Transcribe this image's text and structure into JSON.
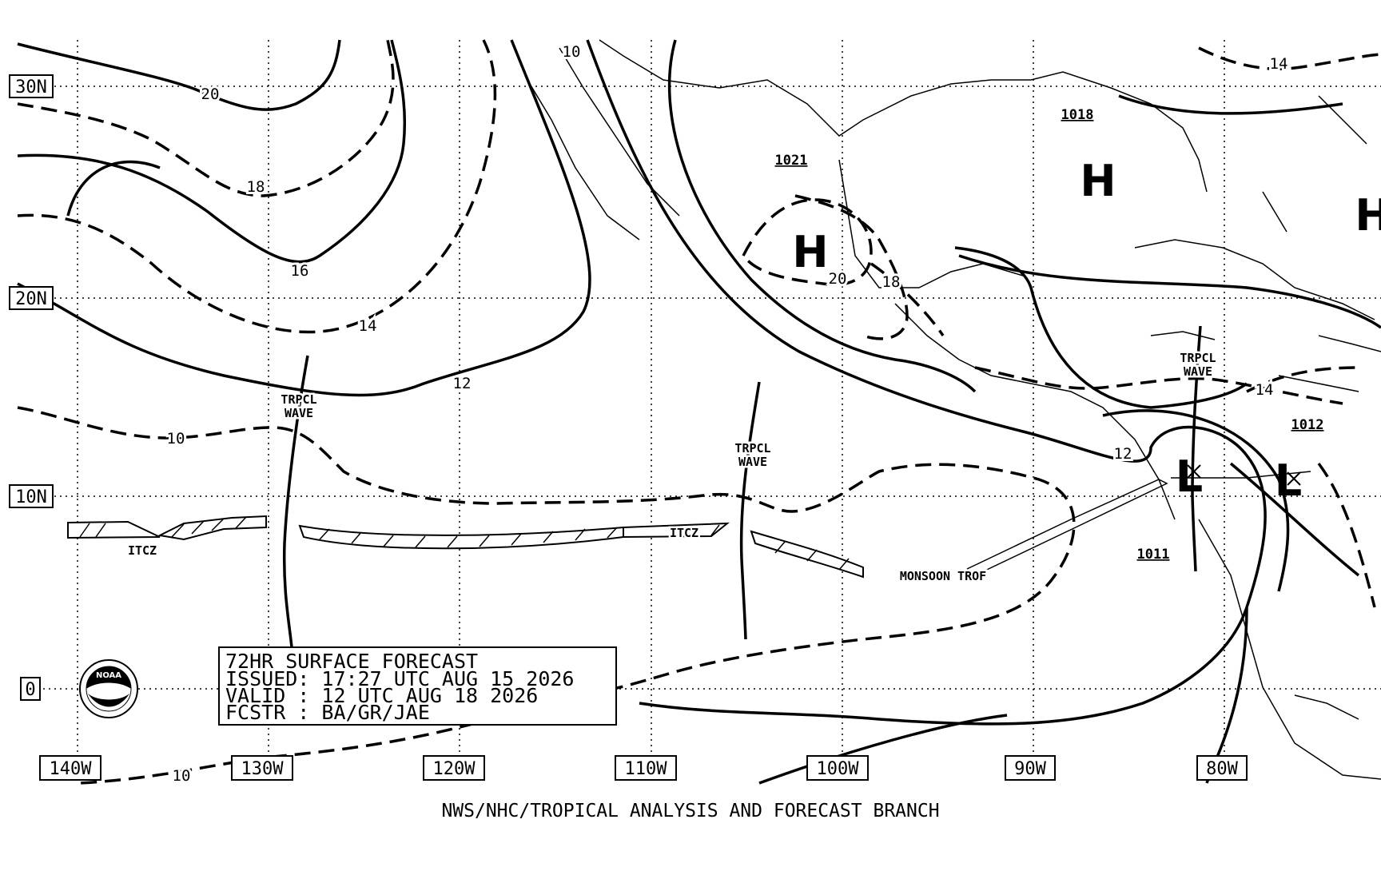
{
  "map": {
    "latitude_labels": [
      "30N",
      "20N",
      "10N",
      "0"
    ],
    "longitude_labels": [
      "140W",
      "130W",
      "120W",
      "110W",
      "100W",
      "90W",
      "80W"
    ],
    "isobar_labels": [
      "20",
      "18",
      "16",
      "14",
      "12",
      "10",
      "10",
      "10",
      "20",
      "18",
      "14",
      "12",
      "14"
    ],
    "pressure_centers": [
      {
        "symbol": "H",
        "value": "1021"
      },
      {
        "symbol": "H",
        "value": "1018"
      },
      {
        "symbol": "H",
        "value": ""
      },
      {
        "symbol": "L",
        "value": "1011"
      },
      {
        "symbol": "L",
        "value": "1012"
      }
    ],
    "features": {
      "tropical_wave_line1": "TRPCL",
      "tropical_wave_line2": "WAVE",
      "itcz": "ITCZ",
      "monsoon_trough": "MONSOON TROF"
    },
    "forecast_box": {
      "title": "72HR SURFACE FORECAST",
      "issued": "ISSUED: 17:27 UTC AUG 15 2026",
      "valid": "VALID : 12 UTC AUG 18 2026",
      "forecaster": "FCSTR : BA/GR/JAE"
    },
    "logo_text": "NOAA",
    "credit": "NWS/NHC/TROPICAL ANALYSIS AND FORECAST BRANCH"
  }
}
